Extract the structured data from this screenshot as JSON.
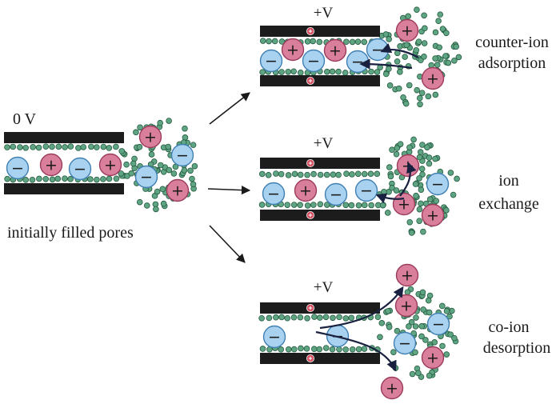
{
  "initial": {
    "voltage": "0 V",
    "caption": "initially filled pores"
  },
  "panels": [
    {
      "voltage": "+V",
      "line1": "counter-ion",
      "line2": "adsorption"
    },
    {
      "voltage": "+V",
      "line1": "ion",
      "line2": "exchange"
    },
    {
      "voltage": "+V",
      "line1": "co-ion",
      "line2": "desorption"
    }
  ],
  "symbols": {
    "cation": "+",
    "anion": "−"
  },
  "colors": {
    "electrode": "#1c1c1c",
    "cation_fill": "#d97f9c",
    "cation_stroke": "#9c3c5c",
    "anion_fill": "#a8d2ef",
    "anion_stroke": "#3f7fb2",
    "solvent_fill": "#5fa583",
    "solvent_stroke": "#245a40",
    "arrow": "#1a2040"
  }
}
